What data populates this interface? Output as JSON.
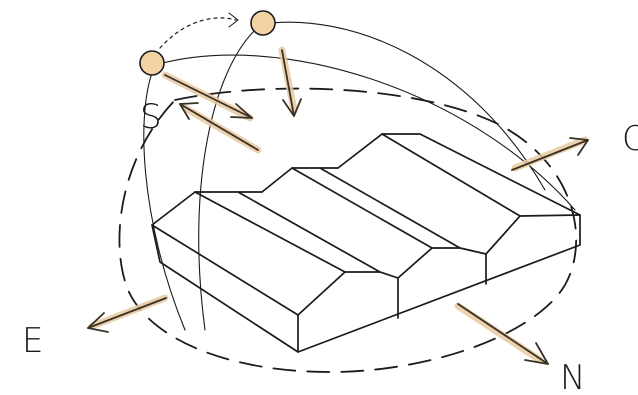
{
  "diagram": {
    "labels": {
      "south": "S",
      "east": "E",
      "north": "N",
      "west_partial": "O"
    },
    "colors": {
      "ink": "#1b1b1b",
      "sun_fill": "#f3d3a3",
      "arrow_highlight": "#e8c9a0",
      "background": "#ffffff"
    }
  }
}
